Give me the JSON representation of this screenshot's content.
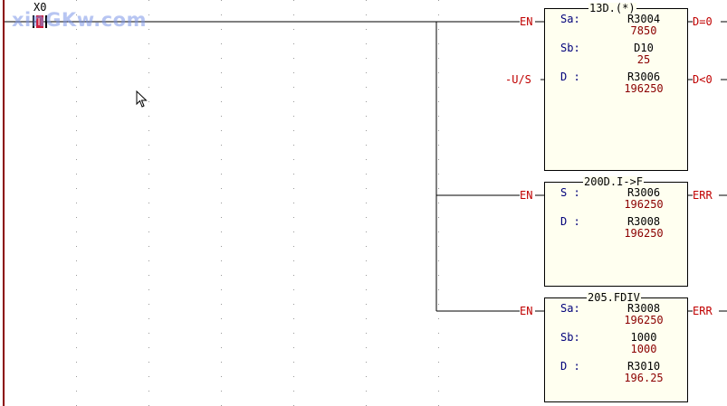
{
  "watermark": "xinGKw.com",
  "contact": {
    "label": "X0"
  },
  "blocks": [
    {
      "id": "mul",
      "title": "13D.(*)",
      "left_pins": [
        "EN",
        "-U/S"
      ],
      "right_pins": [
        "D=0",
        "D<0"
      ],
      "params": [
        {
          "label": "Sa:",
          "name": "R3004",
          "value": "7850"
        },
        {
          "label": "Sb:",
          "name": "D10",
          "value": "25"
        },
        {
          "label": "D :",
          "name": "R3006",
          "value": "196250"
        }
      ]
    },
    {
      "id": "itof",
      "title": "200D.I->F",
      "left_pins": [
        "EN"
      ],
      "right_pins": [
        "ERR"
      ],
      "params": [
        {
          "label": "S :",
          "name": "R3006",
          "value": "196250"
        },
        {
          "label": "D :",
          "name": "R3008",
          "value": "196250"
        }
      ]
    },
    {
      "id": "fdiv",
      "title": "205.FDIV",
      "left_pins": [
        "EN"
      ],
      "right_pins": [
        "ERR"
      ],
      "params": [
        {
          "label": "Sa:",
          "name": "R3008",
          "value": "196250"
        },
        {
          "label": "Sb:",
          "name": "1000",
          "value": "1000"
        },
        {
          "label": "D :",
          "name": "R3010",
          "value": "196.25"
        }
      ]
    }
  ],
  "colors": {
    "power_rail": "#8b0000",
    "pin_text": "#c00000",
    "param_label": "#00007a",
    "value_text": "#8b0000",
    "block_fill": "#fffff0",
    "contact_fill": "#cc1e3c"
  },
  "icons": [
    "contact-icon",
    "mouse-pointer-icon"
  ]
}
